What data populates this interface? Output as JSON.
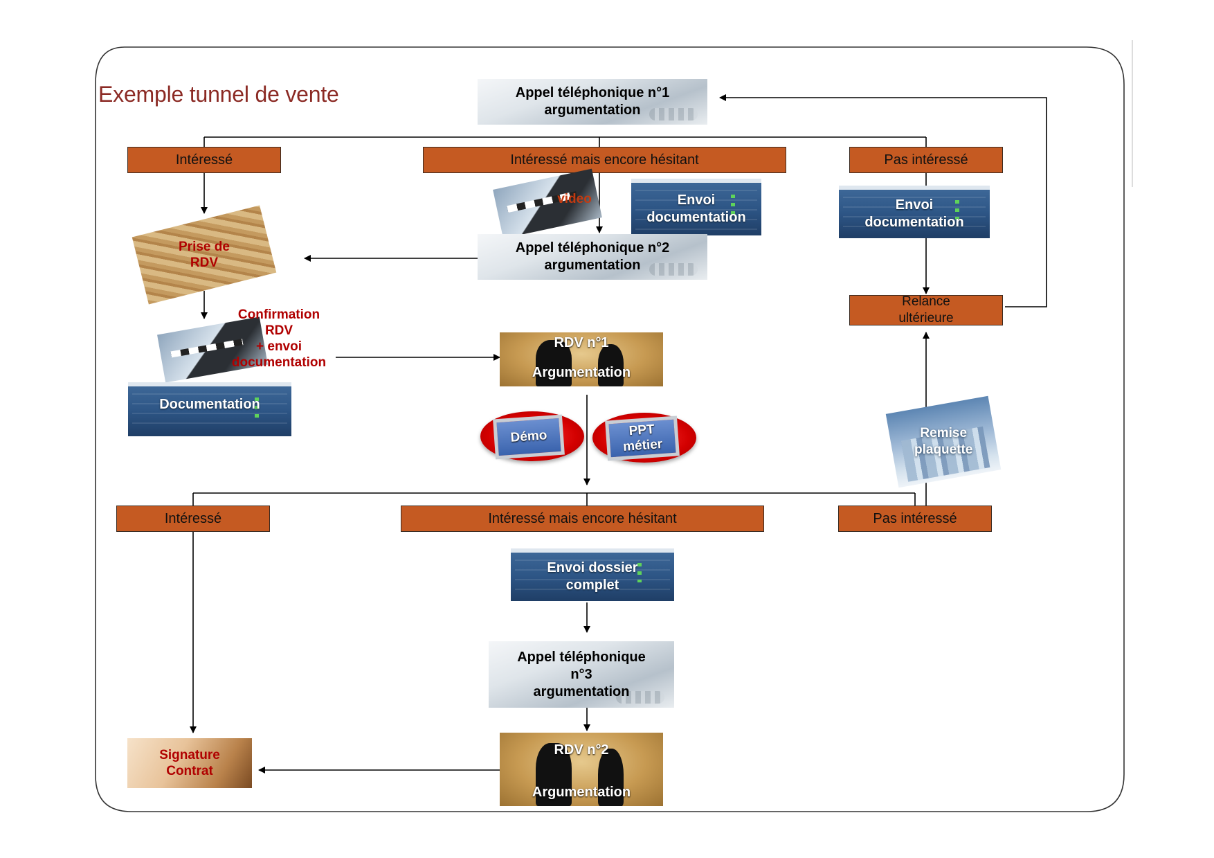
{
  "title": "Exemple tunnel de vente",
  "top": {
    "call1": [
      "Appel téléphonique n°1",
      "argumentation"
    ],
    "branch_interested": "Intéressé",
    "branch_hesitant": "Intéressé mais encore hésitant",
    "branch_not": "Pas intéressé",
    "video": "video",
    "envoi_doc_mid": [
      "Envoi",
      "documentation"
    ],
    "envoi_doc_right": [
      "Envoi",
      "documentation"
    ],
    "call2": [
      "Appel téléphonique n°2",
      "argumentation"
    ],
    "prise_rdv": [
      "Prise de",
      "RDV"
    ],
    "relance": [
      "Relance",
      "ultérieure"
    ],
    "confirmation": [
      "Confirmation",
      "RDV",
      "+ envoi",
      "documentation"
    ],
    "documentation": "Documentation",
    "rdv1": {
      "label": "RDV n°1",
      "sub": "Argumentation"
    },
    "demo": "Démo",
    "ppt": [
      "PPT",
      "métier"
    ],
    "remise": [
      "Remise",
      "plaquette"
    ]
  },
  "bottom": {
    "branch_interested": "Intéressé",
    "branch_hesitant": "Intéressé mais encore hésitant",
    "branch_not": "Pas intéressé",
    "envoi_dossier": [
      "Envoi dossier",
      "complet"
    ],
    "call3": [
      "Appel téléphonique",
      "n°3",
      "argumentation"
    ],
    "rdv2": {
      "label": "RDV n°2",
      "sub": "Argumentation"
    },
    "signature": [
      "Signature",
      "Contrat"
    ]
  },
  "colors": {
    "title": "#8b2a24",
    "box": "#c55a22",
    "red_text": "#b00000"
  }
}
